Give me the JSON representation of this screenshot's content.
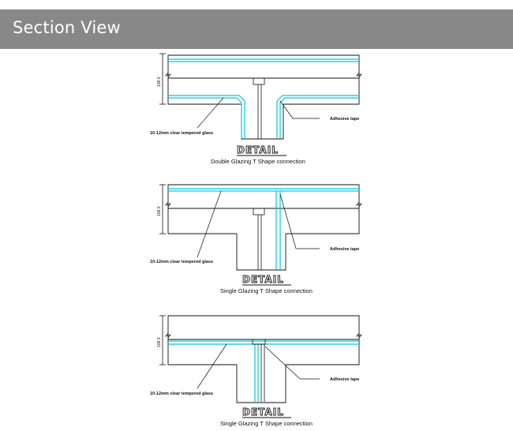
{
  "header": {
    "title": "Section View"
  },
  "details": [
    {
      "kind": "double",
      "detail_title": "DETAIL",
      "caption": "Double Glazing T Shape connection",
      "glass_label": "10-12mm clear tempered glass",
      "tape_label": "Adhesive tape",
      "dimension": "108.0"
    },
    {
      "kind": "single-side",
      "detail_title": "DETAIL",
      "caption": "Single Glazing T Shape connection",
      "glass_label": "10-12mm clear tempered glass",
      "tape_label": "Adhesive tape",
      "dimension": "108.0"
    },
    {
      "kind": "single-bottom",
      "detail_title": "DETAIL",
      "caption": "Single Glazing T Shape connection",
      "glass_label": "10-12mm clear tempered glass",
      "tape_label": "Adhesive tape",
      "dimension": "108.0"
    }
  ],
  "colors": {
    "header_bg": "#888888",
    "glass_line": "#00c8e0",
    "line": "#111111"
  }
}
